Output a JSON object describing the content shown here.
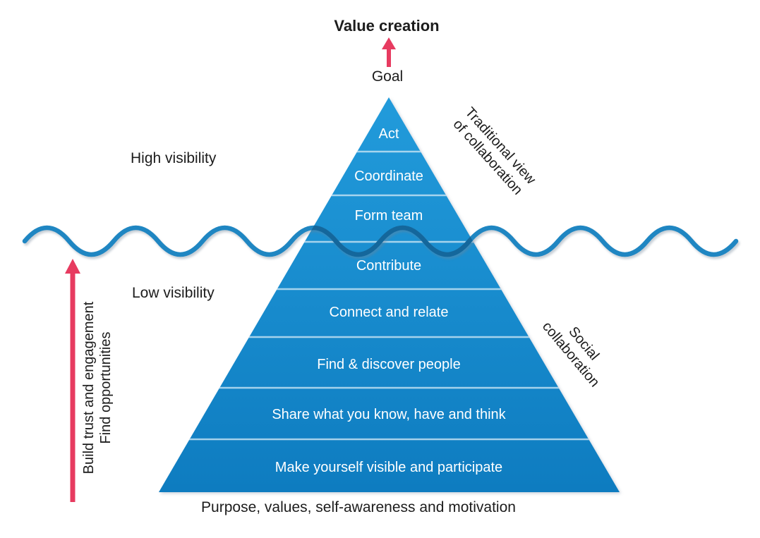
{
  "header": {
    "title": "Value creation",
    "goal_label": "Goal"
  },
  "pyramid": {
    "layers": [
      {
        "label": "Act"
      },
      {
        "label": "Coordinate"
      },
      {
        "label": "Form team"
      },
      {
        "label": "Contribute"
      },
      {
        "label": "Connect and relate"
      },
      {
        "label": "Find & discover people"
      },
      {
        "label": "Share what you know, have and think"
      },
      {
        "label": "Make yourself visible and participate"
      }
    ],
    "base_caption": "Purpose, values, self-awareness and motivation"
  },
  "annotations": {
    "high_visibility": "High visibility",
    "low_visibility": "Low visibility",
    "traditional_view_line1": "Traditional view",
    "traditional_view_line2": "of collaboration",
    "social_line1": "Social",
    "social_line2": "collaboration",
    "left_axis_line1": "Build trust and engagement",
    "left_axis_line2": "Find opportunities"
  },
  "icons": {
    "top_arrow": "up-arrow",
    "left_arrow": "up-arrow"
  },
  "colors": {
    "pyramid_top": "#229bdb",
    "pyramid_bottom": "#0e7cc0",
    "wave": "#1f86c2",
    "wave_on_pyramid": "#14679c",
    "arrow_pink": "#e73b60",
    "label_white": "#ffffff",
    "text_dark": "#1c1c1c",
    "separator": "#bfe0f2"
  }
}
